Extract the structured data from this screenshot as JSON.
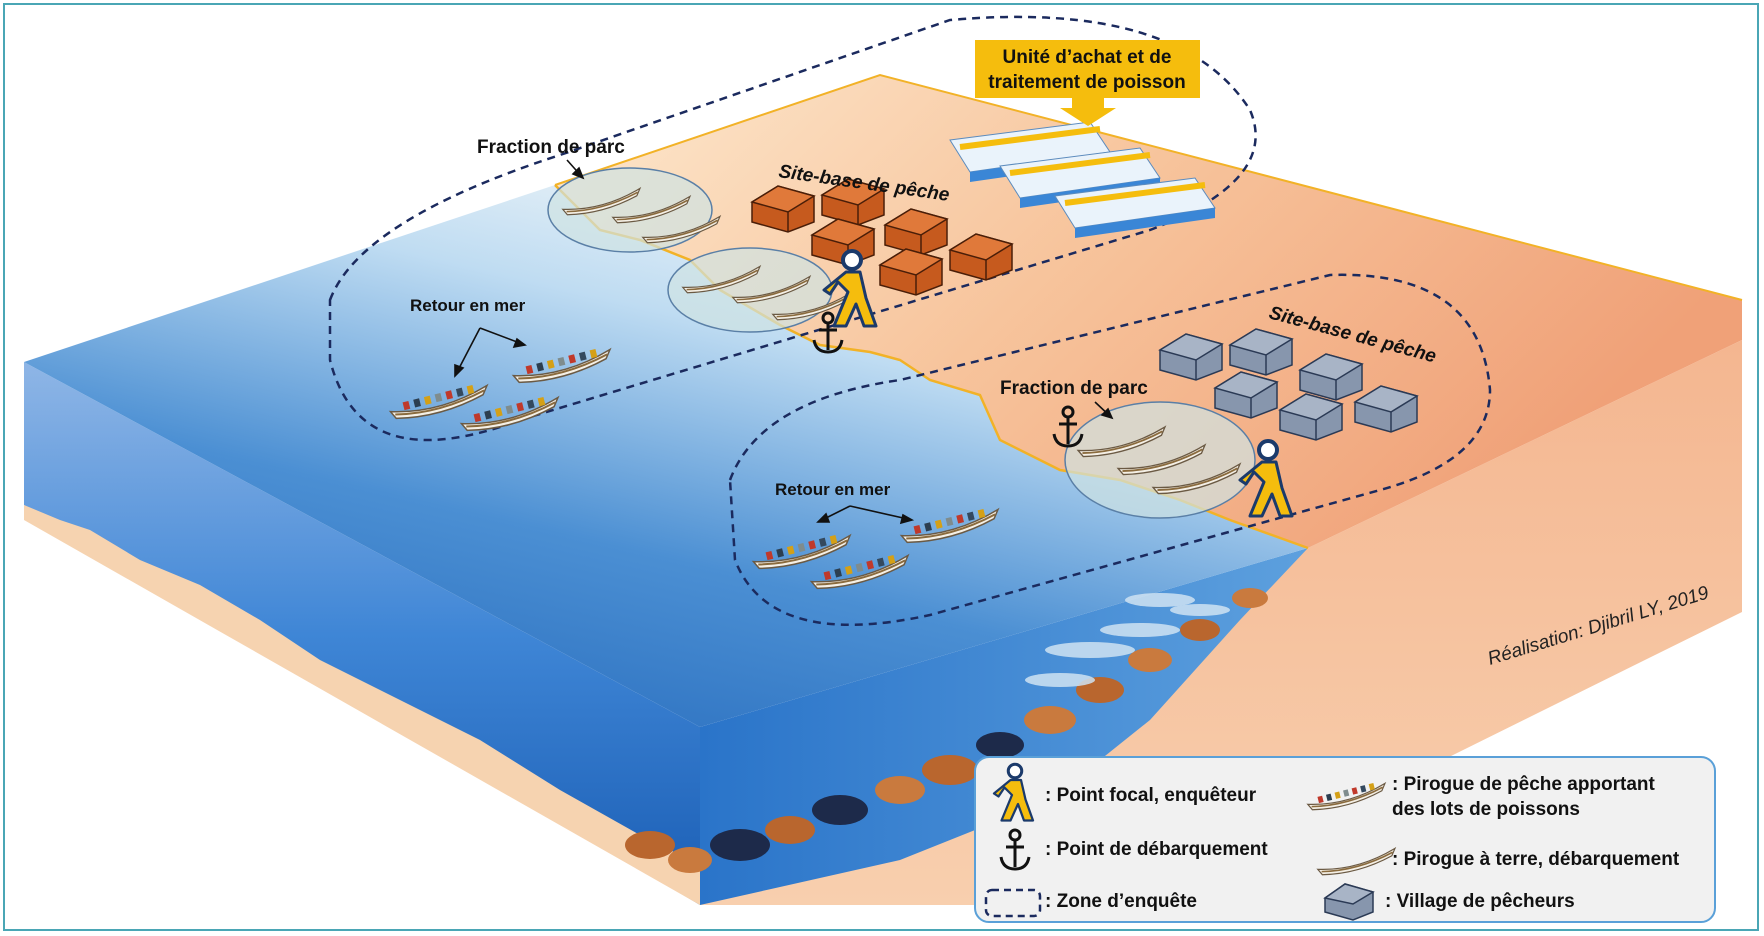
{
  "labels": {
    "unit": [
      "Unité d’achat et de",
      "traitement de poisson"
    ],
    "site_base_1": "Site-base de pêche",
    "site_base_2": "Site-base de pêche",
    "fraction_1": "Fraction de parc",
    "fraction_2": "Fraction de parc",
    "retour_1": "Retour en mer",
    "retour_2": "Retour en mer"
  },
  "credit": "Réalisation: Djibril LY, 2019",
  "legend": {
    "focal": ": Point focal, enquêteur",
    "debarquement": ": Point de débarquement",
    "zone": ": Zone d’enquête",
    "pirogue_apport": [
      ": Pirogue de pêche apportant",
      "des lots de poissons"
    ],
    "pirogue_terre": ": Pirogue à terre, débarquement",
    "village": ": Village de pêcheurs"
  },
  "colors": {
    "sea_deep": "#1f6fc0",
    "sea_light": "#cfe6f5",
    "land": "#f4b08a",
    "unit_box": "#f5bd0d",
    "village_orange": "#c65a1e",
    "village_grey": "#8796ad",
    "zone_line": "#1b2a5e",
    "coast_line": "#f2b227"
  }
}
